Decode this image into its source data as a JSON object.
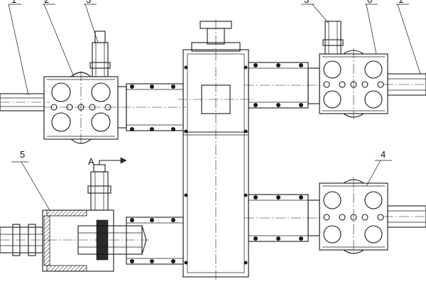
{
  "labels": {
    "l1_left": "1",
    "l2": "2",
    "l3_left": "3",
    "l3_right": "3",
    "l6": "6",
    "l1_right": "1",
    "l5": "5",
    "l4": "4",
    "sectionA": "A"
  },
  "colors": {
    "ink": "#1a1a1a",
    "paper": "#ffffff"
  }
}
